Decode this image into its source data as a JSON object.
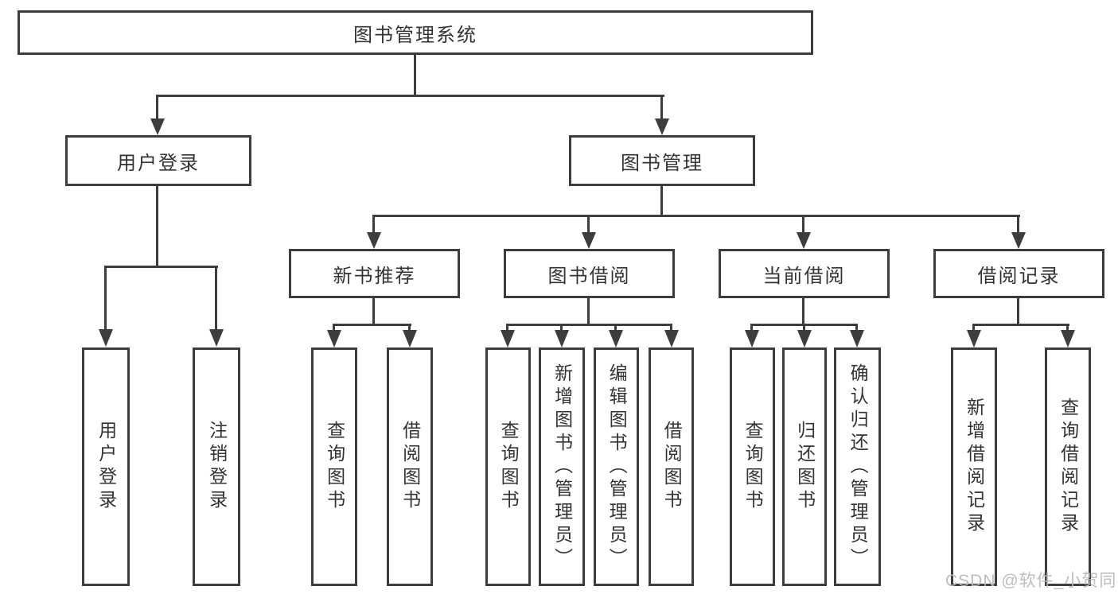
{
  "diagram": {
    "title": "图书管理系统",
    "type": "hierarchy-tree",
    "colors": {
      "line": "#3d3d3d",
      "box_border": "#3d3d3d",
      "box_fill": "#ffffff",
      "text": "#333333",
      "watermark": "#b9b9b9",
      "background": "#ffffff"
    },
    "watermark": {
      "text": "CSDN @软件_小贺同学"
    },
    "nodes": {
      "root": {
        "label": "图书管理系统",
        "children": [
          "user_login",
          "book_mgmt"
        ]
      },
      "user_login": {
        "label": "用户登录",
        "children": [
          "ul_login",
          "ul_logout"
        ]
      },
      "book_mgmt": {
        "label": "图书管理",
        "children": [
          "new_book_rec",
          "book_borrow",
          "current_borrow",
          "borrow_records"
        ]
      },
      "ul_login": {
        "label": "用户登录",
        "children": []
      },
      "ul_logout": {
        "label": "注销登录",
        "children": []
      },
      "new_book_rec": {
        "label": "新书推荐",
        "children": [
          "nb_query",
          "nb_borrow"
        ]
      },
      "book_borrow": {
        "label": "图书借阅",
        "children": [
          "bb_query",
          "bb_add",
          "bb_edit",
          "bb_borrow"
        ]
      },
      "current_borrow": {
        "label": "当前借阅",
        "children": [
          "cb_query",
          "cb_return",
          "cb_confirm"
        ]
      },
      "borrow_records": {
        "label": "借阅记录",
        "children": [
          "br_add",
          "br_query"
        ]
      },
      "nb_query": {
        "label": "查询图书",
        "children": []
      },
      "nb_borrow": {
        "label": "借阅图书",
        "children": []
      },
      "bb_query": {
        "label": "查询图书",
        "children": []
      },
      "bb_add": {
        "label": "新增图书（管理员）",
        "children": []
      },
      "bb_edit": {
        "label": "编辑图书（管理员）",
        "children": []
      },
      "bb_borrow": {
        "label": "借阅图书",
        "children": []
      },
      "cb_query": {
        "label": "查询图书",
        "children": []
      },
      "cb_return": {
        "label": "归还图书",
        "children": []
      },
      "cb_confirm": {
        "label": "确认归还（管理员）",
        "children": []
      },
      "br_add": {
        "label": "新增借阅记录",
        "children": []
      },
      "br_query": {
        "label": "查询借阅记录",
        "children": []
      }
    }
  }
}
